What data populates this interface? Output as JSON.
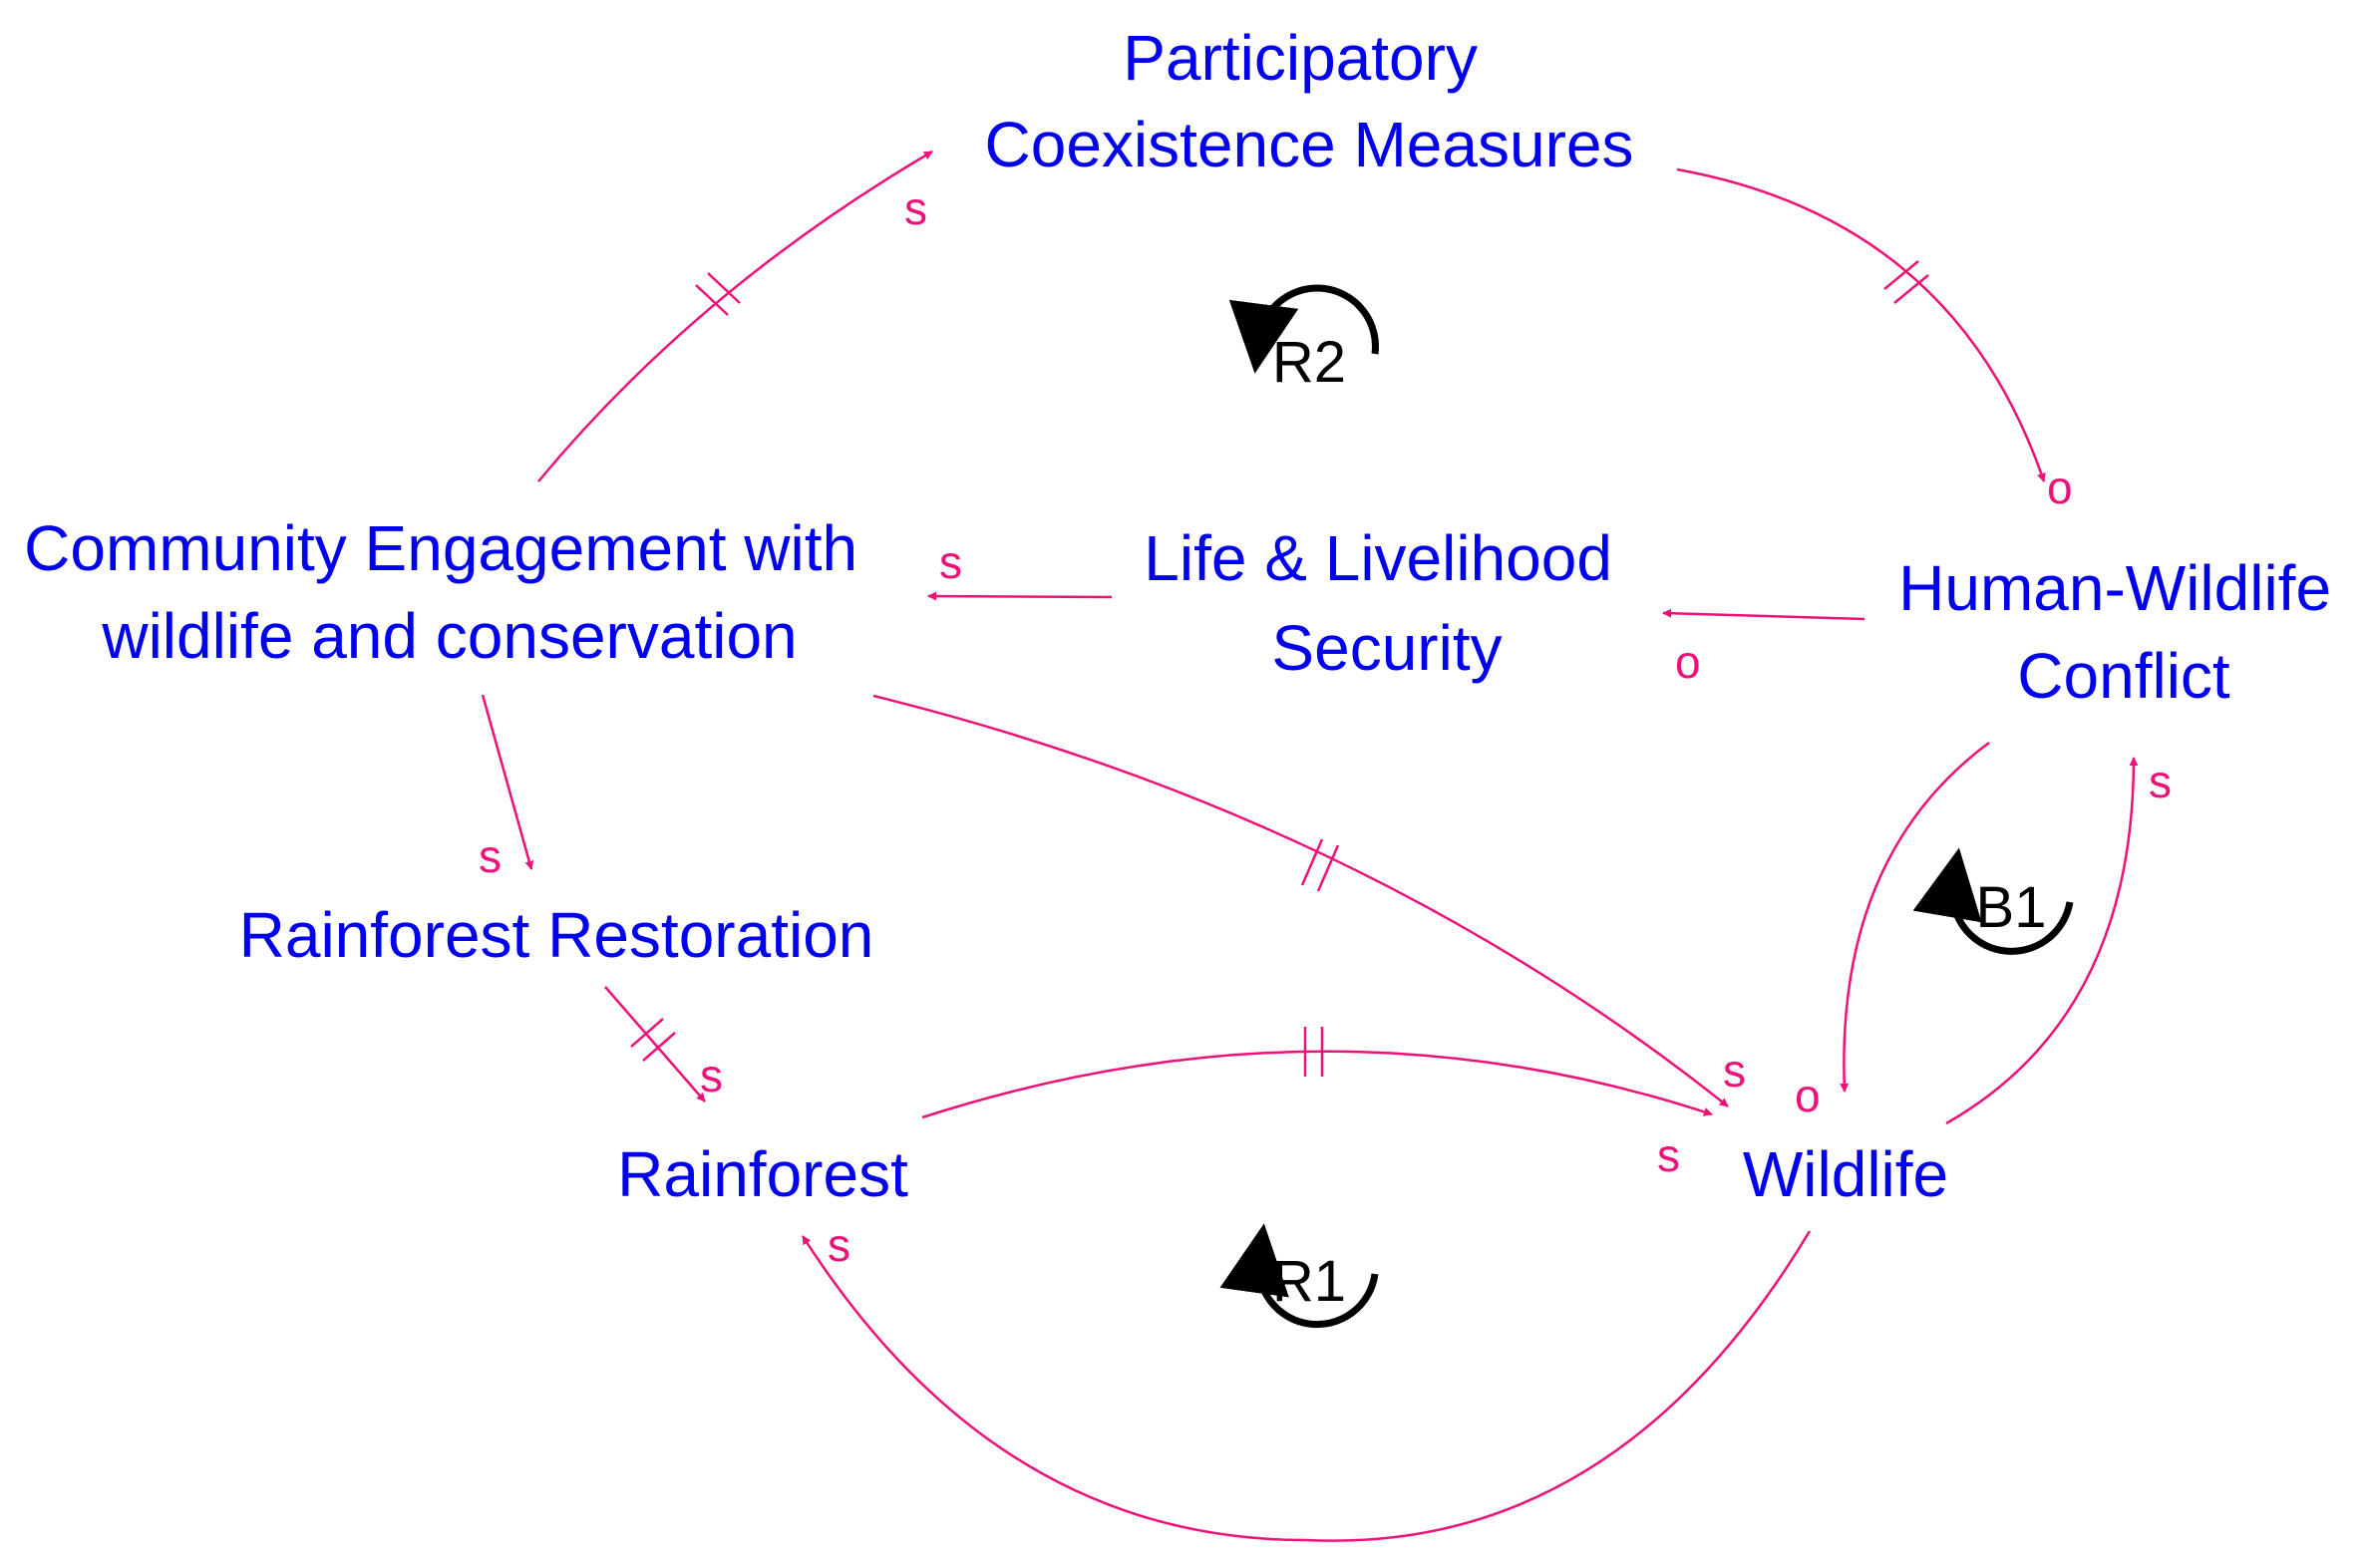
{
  "nodes": {
    "participatory": [
      "Participatory",
      "Coexistence Measures"
    ],
    "community": [
      "Community Engagement with",
      "wildlife and conservation"
    ],
    "livelihood": [
      "Life & Livelihood",
      "Security"
    ],
    "hwc": [
      "Human-Wildlife",
      "Conflict"
    ],
    "restoration": [
      "Rainforest Restoration"
    ],
    "rainforest": [
      "Rainforest"
    ],
    "wildlife": [
      "Wildlife"
    ]
  },
  "links": [
    {
      "from": "Community Engagement with wildlife and conservation",
      "to": "Participatory Coexistence Measures",
      "polarity": "s",
      "delay": true
    },
    {
      "from": "Participatory Coexistence Measures",
      "to": "Human-Wildlife Conflict",
      "polarity": "o",
      "delay": true
    },
    {
      "from": "Human-Wildlife Conflict",
      "to": "Life & Livelihood Security",
      "polarity": "o",
      "delay": false
    },
    {
      "from": "Life & Livelihood Security",
      "to": "Community Engagement with wildlife and conservation",
      "polarity": "s",
      "delay": false
    },
    {
      "from": "Community Engagement with wildlife and conservation",
      "to": "Rainforest Restoration",
      "polarity": "s",
      "delay": false
    },
    {
      "from": "Rainforest Restoration",
      "to": "Rainforest",
      "polarity": "s",
      "delay": true
    },
    {
      "from": "Community Engagement with wildlife and conservation",
      "to": "Wildlife",
      "polarity": "s",
      "delay": true
    },
    {
      "from": "Rainforest",
      "to": "Wildlife",
      "polarity": "s",
      "delay": true
    },
    {
      "from": "Wildlife",
      "to": "Rainforest",
      "polarity": "s",
      "delay": false
    },
    {
      "from": "Human-Wildlife Conflict",
      "to": "Wildlife",
      "polarity": "o",
      "delay": false
    },
    {
      "from": "Wildlife",
      "to": "Human-Wildlife Conflict",
      "polarity": "s",
      "delay": false
    }
  ],
  "loops": {
    "r2": "R2",
    "b1": "B1",
    "r1": "R1"
  },
  "colors": {
    "node_text": "#0000ee",
    "link": "#ee1177",
    "loop": "#000000"
  }
}
